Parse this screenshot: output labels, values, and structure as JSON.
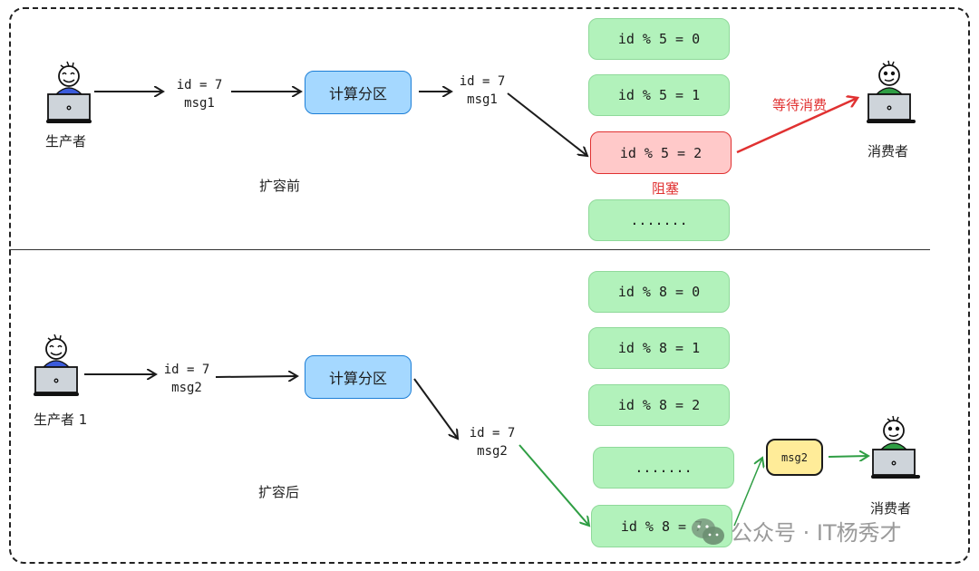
{
  "before": {
    "section_label": "扩容前",
    "producer_label": "生产者",
    "msg1": {
      "line1": "id = 7",
      "line2": "msg1"
    },
    "router_label": "计算分区",
    "msg2": {
      "line1": "id = 7",
      "line2": "msg1"
    },
    "partitions": [
      {
        "label": "id % 5 = 0",
        "state": "normal"
      },
      {
        "label": "id % 5 = 1",
        "state": "normal"
      },
      {
        "label": "id % 5 = 2",
        "state": "blocked"
      },
      {
        "label": ".......",
        "state": "normal"
      }
    ],
    "blocked_label": "阻塞",
    "wait_label": "等待消费",
    "consumer_label": "消费者",
    "colors": {
      "partition": "#b2f2bb",
      "blocked": "#ffc9c9",
      "router": "#a5d8ff",
      "alert": "#e03131"
    }
  },
  "after": {
    "section_label": "扩容后",
    "producer_label": "生产者 1",
    "msg1": {
      "line1": "id = 7",
      "line2": "msg2"
    },
    "router_label": "计算分区",
    "msg2": {
      "line1": "id = 7",
      "line2": "msg2"
    },
    "partitions": [
      {
        "label": "id % 8 = 0"
      },
      {
        "label": "id % 8 = 1"
      },
      {
        "label": "id % 8 = 2"
      },
      {
        "label": "......."
      },
      {
        "label": "id % 8 = 7"
      }
    ],
    "queued_message": "msg2",
    "consumer_label": "消费者",
    "colors": {
      "flow": "#2f9e44",
      "queued": "#ffec99"
    }
  },
  "watermark": {
    "icon": "wechat-icon",
    "text": "公众号 · IT杨秀才"
  }
}
